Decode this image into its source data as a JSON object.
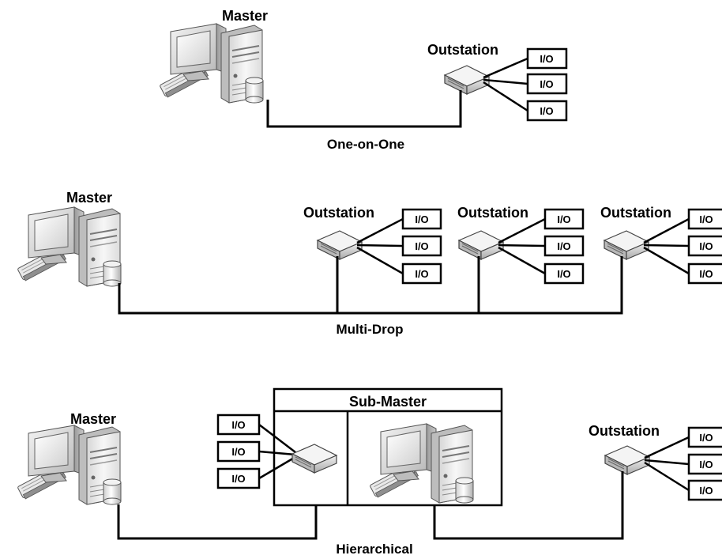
{
  "labels": {
    "master": "Master",
    "outstation": "Outstation",
    "sub_master": "Sub-Master",
    "io": "I/O"
  },
  "topologies": {
    "one_on_one": "One-on-One",
    "multi_drop": "Multi-Drop",
    "hierarchical": "Hierarchical"
  }
}
